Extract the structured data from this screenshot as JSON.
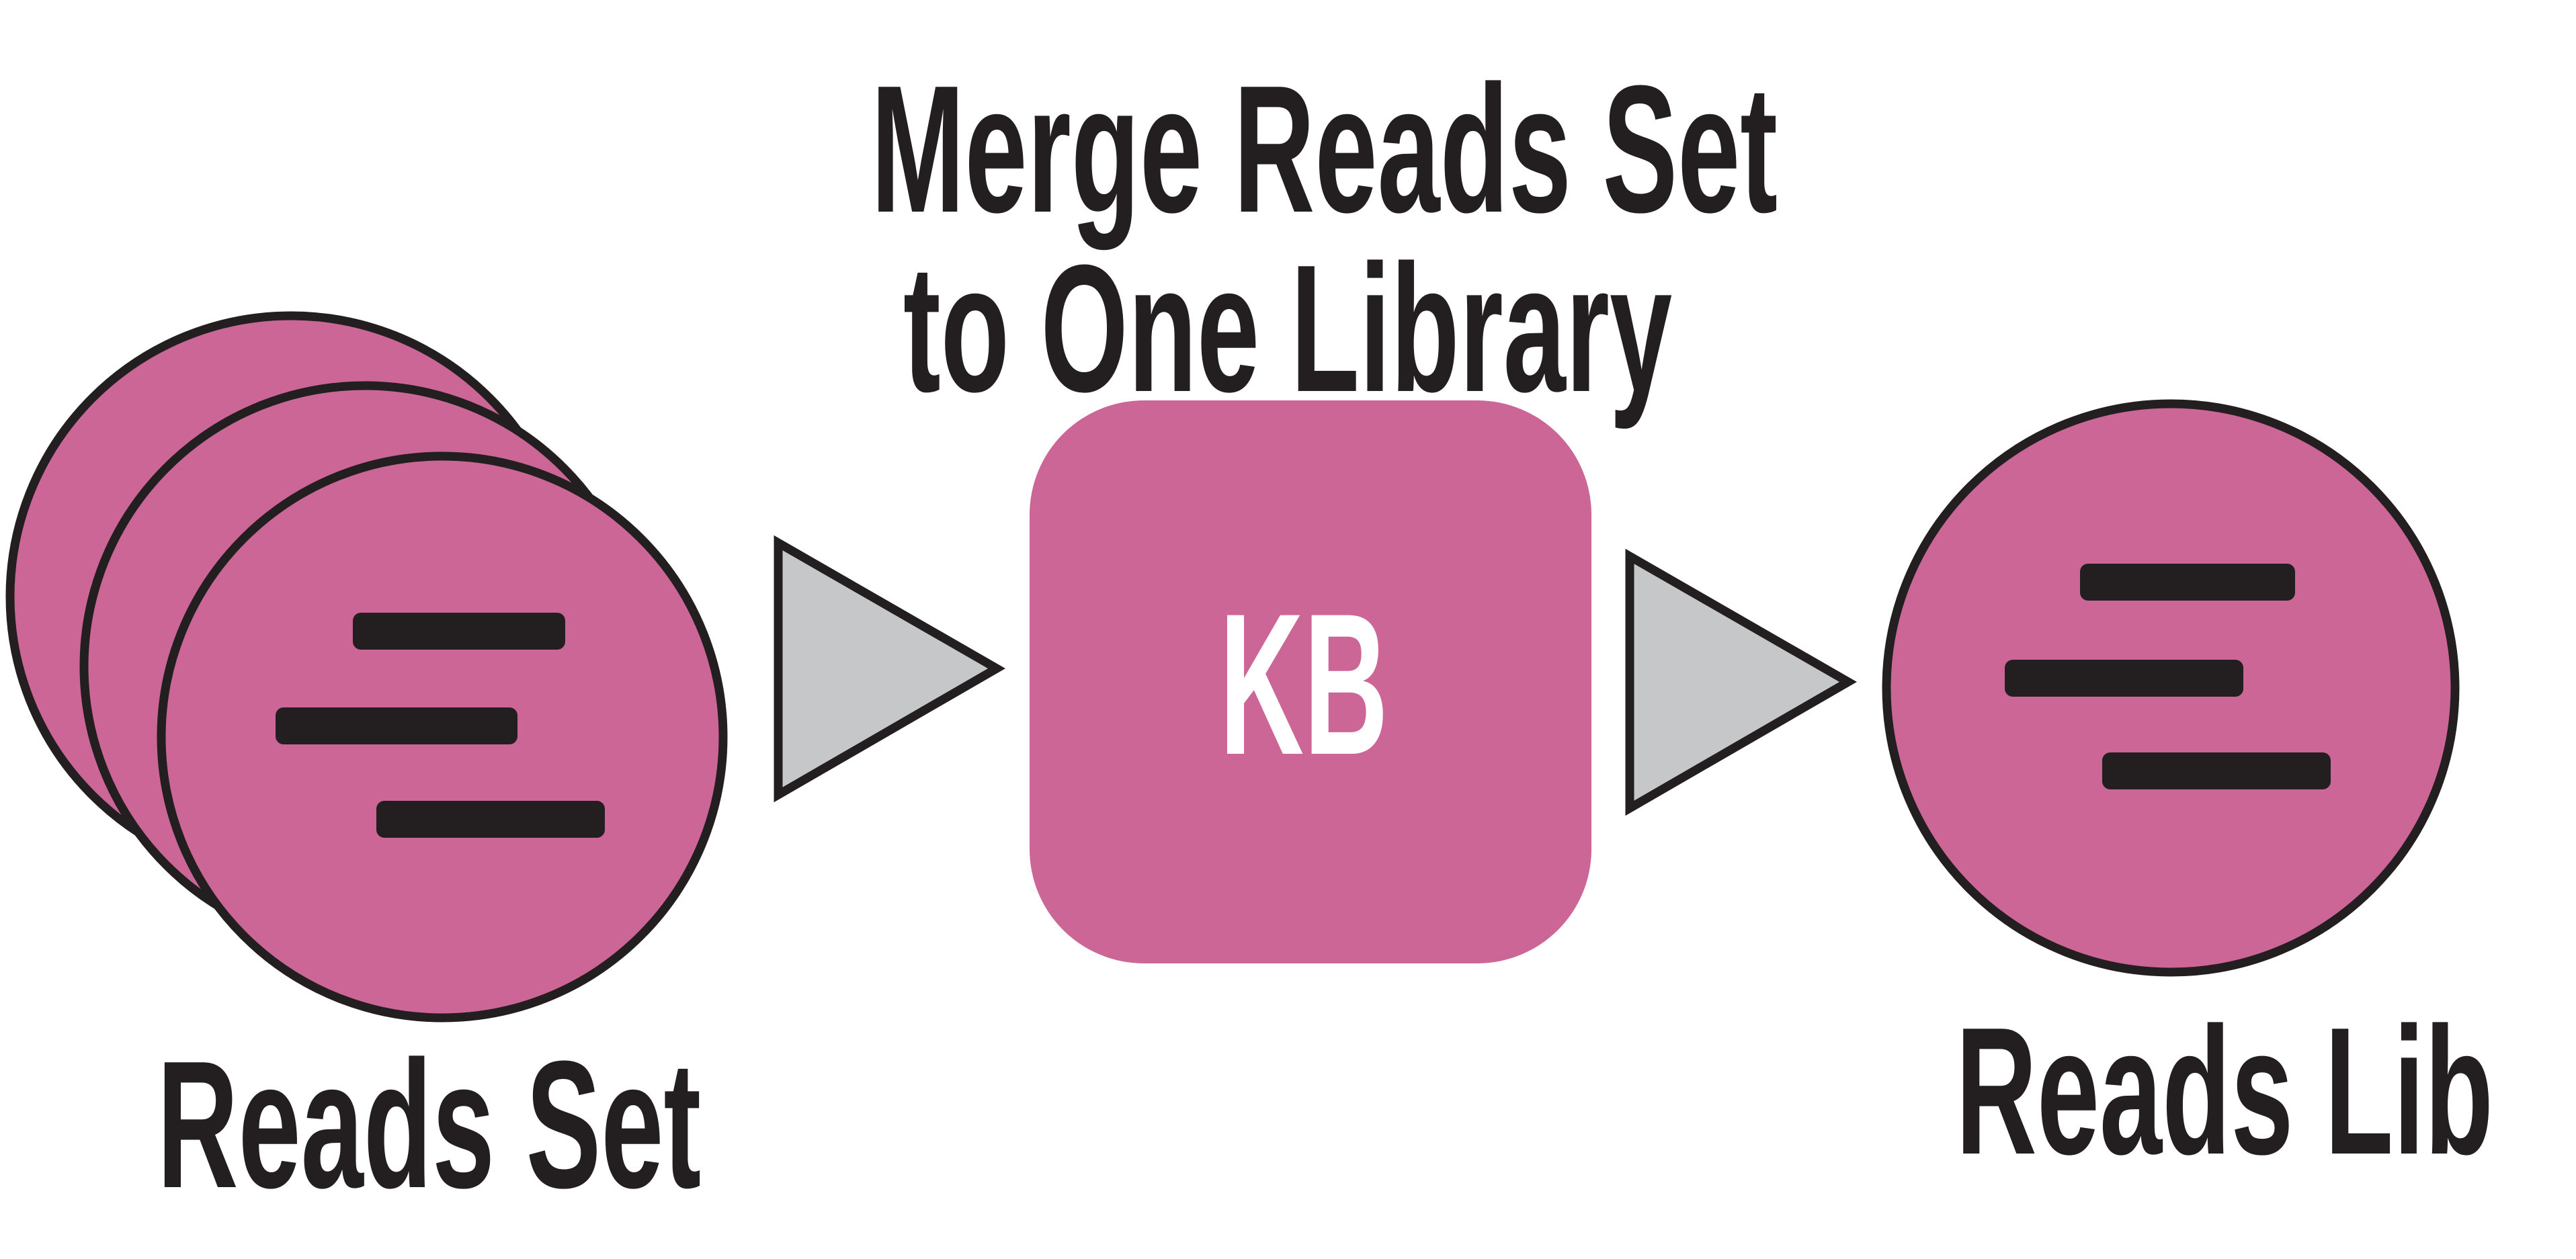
{
  "title": {
    "line1": "Merge Reads Set",
    "line2": "to One Library"
  },
  "input": {
    "label": "Reads Set",
    "icon": "reads-set-stack-icon"
  },
  "process": {
    "label": "KB",
    "icon": "kbase-app-box"
  },
  "output": {
    "label": "Reads Lib",
    "icon": "reads-library-icon"
  },
  "colors": {
    "node_fill": "#cc6697",
    "outline": "#231f20",
    "arrow_fill": "#c6c7c9",
    "text": "#231f20",
    "box_text": "#ffffff"
  }
}
